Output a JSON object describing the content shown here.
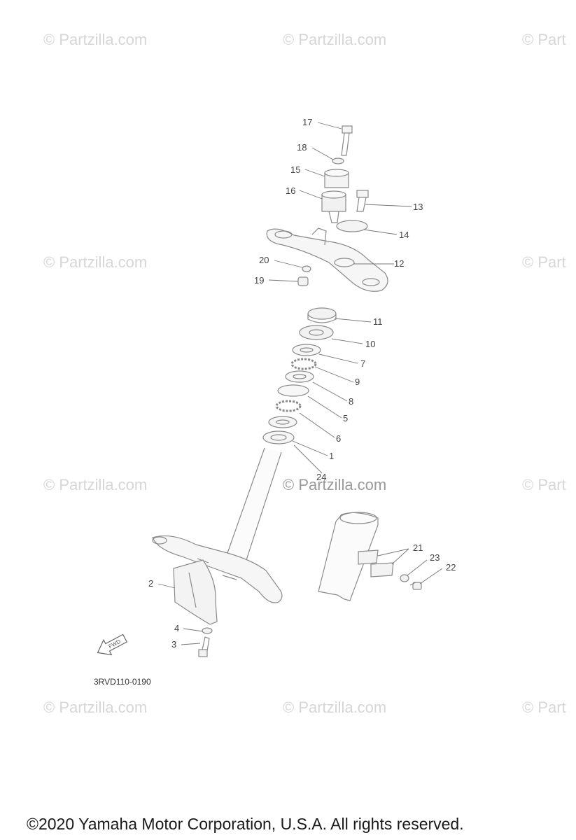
{
  "watermark": {
    "text": "© Partzilla.com",
    "text_clipped": "© Part"
  },
  "diagram": {
    "callouts": [
      "1",
      "2",
      "3",
      "4",
      "5",
      "6",
      "7",
      "8",
      "9",
      "10",
      "11",
      "12",
      "13",
      "14",
      "15",
      "16",
      "17",
      "18",
      "19",
      "20",
      "21",
      "22",
      "23",
      "24"
    ],
    "direction_arrow_label": "FWD",
    "diagram_code": "3RVD110-0190"
  },
  "footer": {
    "copyright": "©2020 Yamaha Motor Corporation, U.S.A. All rights reserved."
  }
}
